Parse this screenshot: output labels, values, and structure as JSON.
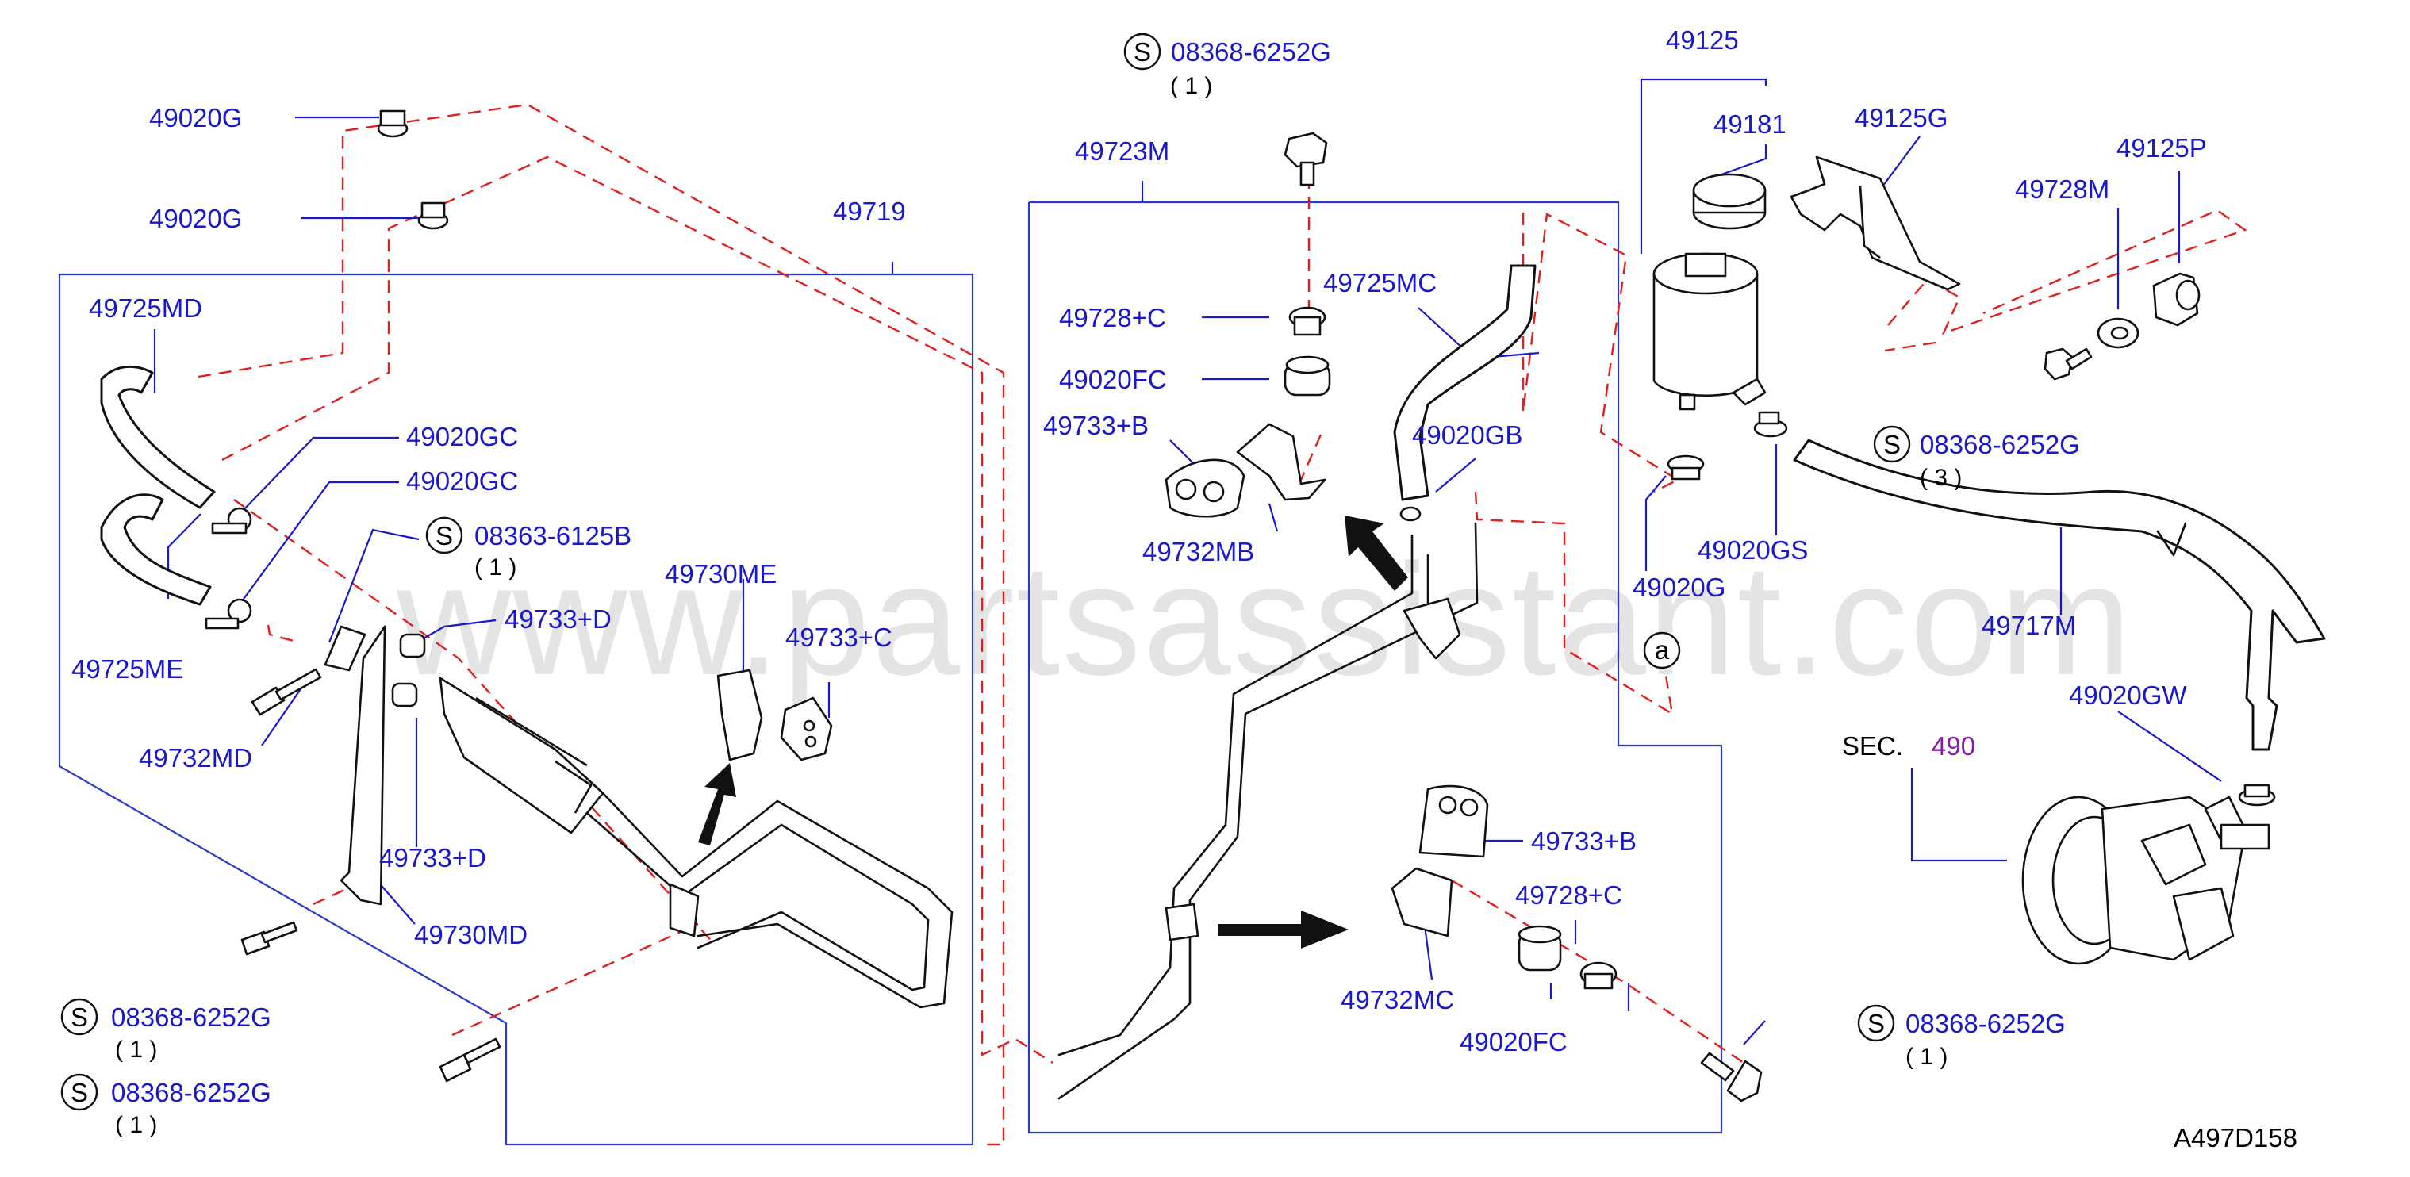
{
  "diagram": {
    "watermark": "www.partsassistant.com",
    "reference_code": "A497D158",
    "sec_label": "SEC.",
    "sec_number": "490",
    "circle_ref": "a",
    "screw_symbol": "S",
    "part_labels": {
      "p49020G_top": "49020G",
      "p49020G_2": "49020G",
      "p49719": "49719",
      "p49725MD": "49725MD",
      "p49020GC_1": "49020GC",
      "p49020GC_2": "49020GC",
      "p49725ME": "49725ME",
      "p49732MD": "49732MD",
      "p49733D_1": "49733+D",
      "p49733D_2": "49733+D",
      "p49730ME": "49730ME",
      "p49733C": "49733+C",
      "p49730MD": "49730MD",
      "p49723M": "49723M",
      "p49728C_1": "49728+C",
      "p49020FC_1": "49020FC",
      "p49733B_1": "49733+B",
      "p49732MB": "49732MB",
      "p49725MC": "49725MC",
      "p49020GB": "49020GB",
      "p49733B_2": "49733+B",
      "p49728C_2": "49728+C",
      "p49732MC": "49732MC",
      "p49020FC_2": "49020FC",
      "p49125": "49125",
      "p49181": "49181",
      "p49125G": "49125G",
      "p49125P": "49125P",
      "p49728M": "49728M",
      "p49020G_3": "49020G",
      "p49020GS": "49020GS",
      "p49717M": "49717M",
      "p49020GW": "49020GW"
    },
    "screw_labels": {
      "s1_num": "08368-6252G",
      "s1_qty": "( 1 )",
      "s2_num": "08363-6125B",
      "s2_qty": "( 1 )",
      "s3_num": "08368-6252G",
      "s3_qty": "( 1 )",
      "s4_num": "08368-6252G",
      "s4_qty": "( 1 )",
      "s5_num": "08368-6252G",
      "s5_qty": "( 3 )",
      "s6_num": "08368-6252G",
      "s6_qty": "( 1 )"
    },
    "colors": {
      "label": "#1a18c8",
      "leader": "#1a18c8",
      "phantom_line": "#e02020",
      "part_outline": "#111111",
      "sec_number": "#8a1aa8"
    }
  }
}
